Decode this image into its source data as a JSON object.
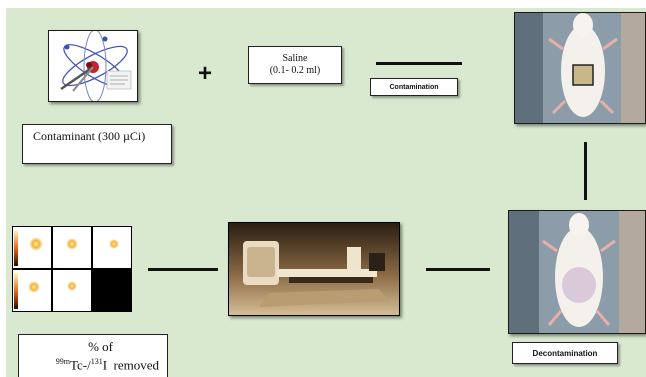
{
  "contaminant": {
    "label": "Contaminant (300 µCi)"
  },
  "operator": {
    "plus": "+"
  },
  "saline": {
    "title": "Saline",
    "volume": "(0.1- 0.2 ml)"
  },
  "contamination": {
    "label": "Contamination"
  },
  "decontamination": {
    "label": "Decontamination"
  },
  "result": {
    "line1": "% of",
    "tc_mass": "99m",
    "tc_symbol": "Tc-/",
    "i_mass": "131",
    "i_symbol": "I  removed"
  },
  "colors": {
    "background": "#d9e9d0",
    "arrow": "#111111",
    "scan_hot": "#f5c542",
    "scan_cold": "#ffffff"
  },
  "icons": {
    "contaminant": "radioactive-atom-icon",
    "imaging": "gamma-camera-icon",
    "scans": "scintigraphy-scan-grid-icon"
  }
}
